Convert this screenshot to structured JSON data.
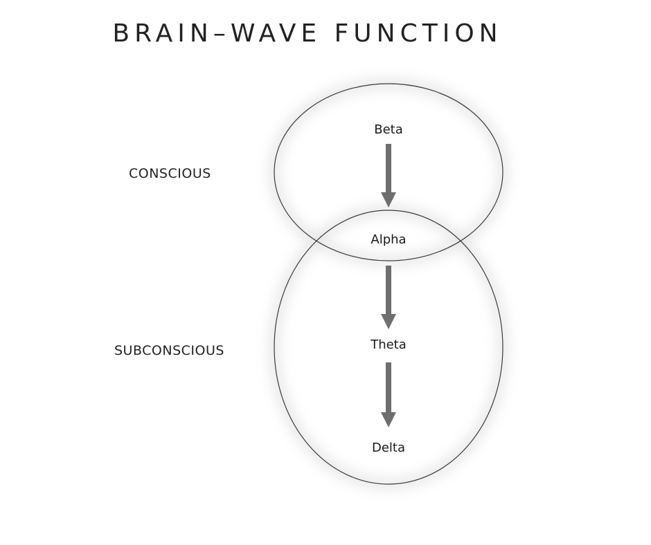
{
  "title": "BRAIN–WAVE FUNCTION",
  "labels": {
    "conscious": "CONSCIOUS",
    "subconscious": "SUBCONSCIOUS"
  },
  "waves": [
    "Beta",
    "Alpha",
    "Theta",
    "Delta"
  ],
  "colors": {
    "arrow": "#6e6e6e",
    "ellipse_stroke": "#3a3a3a",
    "glow": "#d9d9d9"
  }
}
